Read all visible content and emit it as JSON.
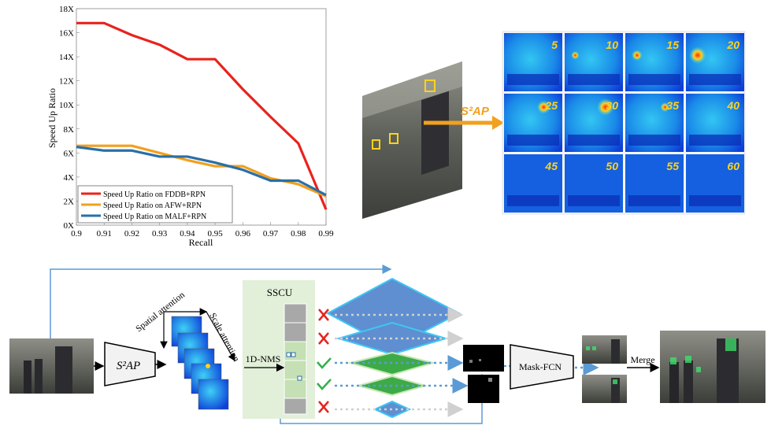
{
  "chart_data": {
    "type": "line",
    "xlabel": "Recall",
    "ylabel": "Speed Up Ratio",
    "x": [
      0.9,
      0.91,
      0.92,
      0.93,
      0.94,
      0.95,
      0.96,
      0.97,
      0.98,
      0.99
    ],
    "xticks": [
      "0.9",
      "0.91",
      "0.92",
      "0.93",
      "0.94",
      "0.95",
      "0.96",
      "0.97",
      "0.98",
      "0.99"
    ],
    "yticks": [
      "0X",
      "2X",
      "4X",
      "6X",
      "8X",
      "10X",
      "12X",
      "14X",
      "16X",
      "18X"
    ],
    "xlim": [
      0.9,
      0.99
    ],
    "ylim": [
      0,
      18
    ],
    "legend_position": "bottom-left",
    "series": [
      {
        "name": "Speed Up Ratio on FDDB+RPN",
        "color": "#e8231d",
        "values": [
          16.8,
          16.8,
          15.8,
          15.0,
          13.8,
          13.8,
          11.3,
          9.0,
          6.8,
          1.3
        ]
      },
      {
        "name": "Speed Up Ratio on AFW+RPN",
        "color": "#f2a01e",
        "values": [
          6.6,
          6.6,
          6.6,
          6.0,
          5.4,
          4.9,
          4.9,
          3.9,
          3.4,
          2.4
        ]
      },
      {
        "name": "Speed Up Ratio on MALF+RPN",
        "color": "#2a6fa8",
        "values": [
          6.5,
          6.2,
          6.2,
          5.7,
          5.7,
          5.2,
          4.6,
          3.7,
          3.7,
          2.5
        ]
      }
    ]
  },
  "heatmap": {
    "arrow_label": "S²AP",
    "scales": [
      "5",
      "10",
      "15",
      "20",
      "25",
      "30",
      "35",
      "40",
      "45",
      "50",
      "55",
      "60"
    ]
  },
  "pipeline": {
    "s2ap_label": "S²AP",
    "spatial_attention": "Spatial attention",
    "scale_attention": "Scale attention",
    "ssc_label": "SSCU",
    "nms_label": "1D-NMS",
    "mask_fcn_label": "Mask-FCN",
    "merge_label": "Merge"
  }
}
